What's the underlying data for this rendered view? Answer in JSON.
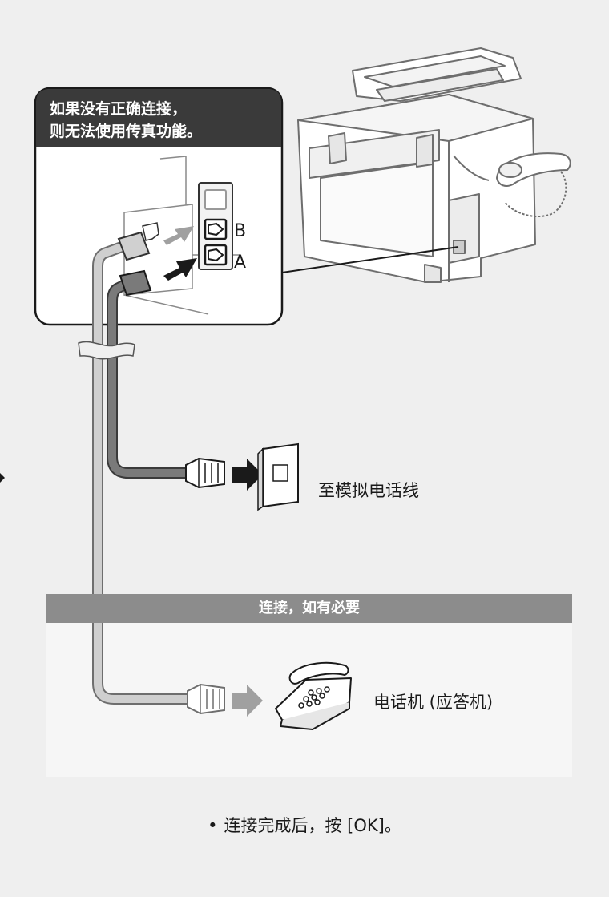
{
  "warning": {
    "line1": "如果没有正确连接，",
    "line2": "则无法使用传真功能。"
  },
  "ports": {
    "b_label": "B",
    "a_label": "A"
  },
  "line_label": "至模拟电话线",
  "optional_header": "连接，如有必要",
  "phone_label": "电话机 (应答机)",
  "footer_note": {
    "bullet": "•",
    "text": "连接完成后，按 [OK]。"
  },
  "colors": {
    "background": "#efefef",
    "callout_header": "#3a3a3a",
    "optional_bar": "#8c8c8c",
    "optional_panel": "#f4f4f4",
    "arrow_dark": "#1a1a1a",
    "arrow_light": "#a0a0a0"
  }
}
